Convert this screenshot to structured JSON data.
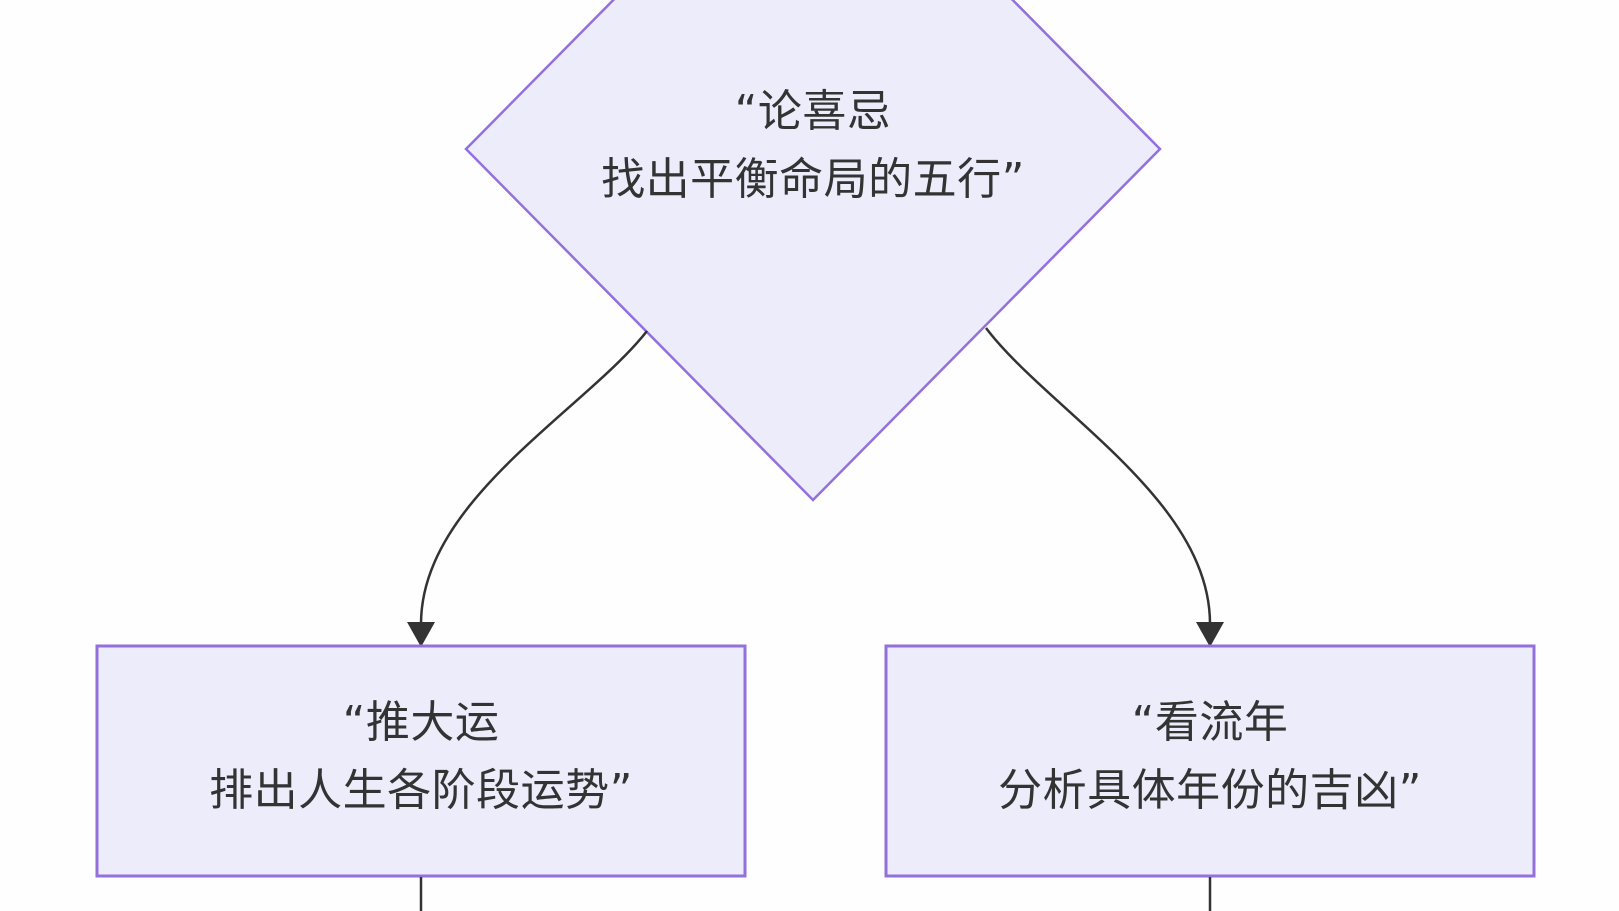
{
  "diagram": {
    "type": "flowchart",
    "direction": "top-down",
    "colors": {
      "background": "#FEFEFE",
      "node_fill": "#ECECFB",
      "node_border": "#9370DB",
      "edge_color": "#333333",
      "text_color": "#333333"
    },
    "nodes": [
      {
        "id": "decision",
        "shape": "diamond",
        "line1": "“论喜忌",
        "line2": "找出平衡命局的五行”"
      },
      {
        "id": "dayun",
        "shape": "rect",
        "line1": "“推大运",
        "line2": "排出人生各阶段运势”"
      },
      {
        "id": "liunian",
        "shape": "rect",
        "line1": "“看流年",
        "line2": "分析具体年份的吉凶”"
      }
    ],
    "edges": [
      {
        "from": "decision",
        "to": "dayun",
        "style": "curved",
        "arrowhead": "triangle"
      },
      {
        "from": "decision",
        "to": "liunian",
        "style": "curved",
        "arrowhead": "triangle"
      },
      {
        "from": "dayun",
        "to": "offscreen-bottom",
        "style": "line",
        "arrowhead": "none"
      },
      {
        "from": "liunian",
        "to": "offscreen-bottom",
        "style": "line",
        "arrowhead": "none"
      }
    ]
  }
}
